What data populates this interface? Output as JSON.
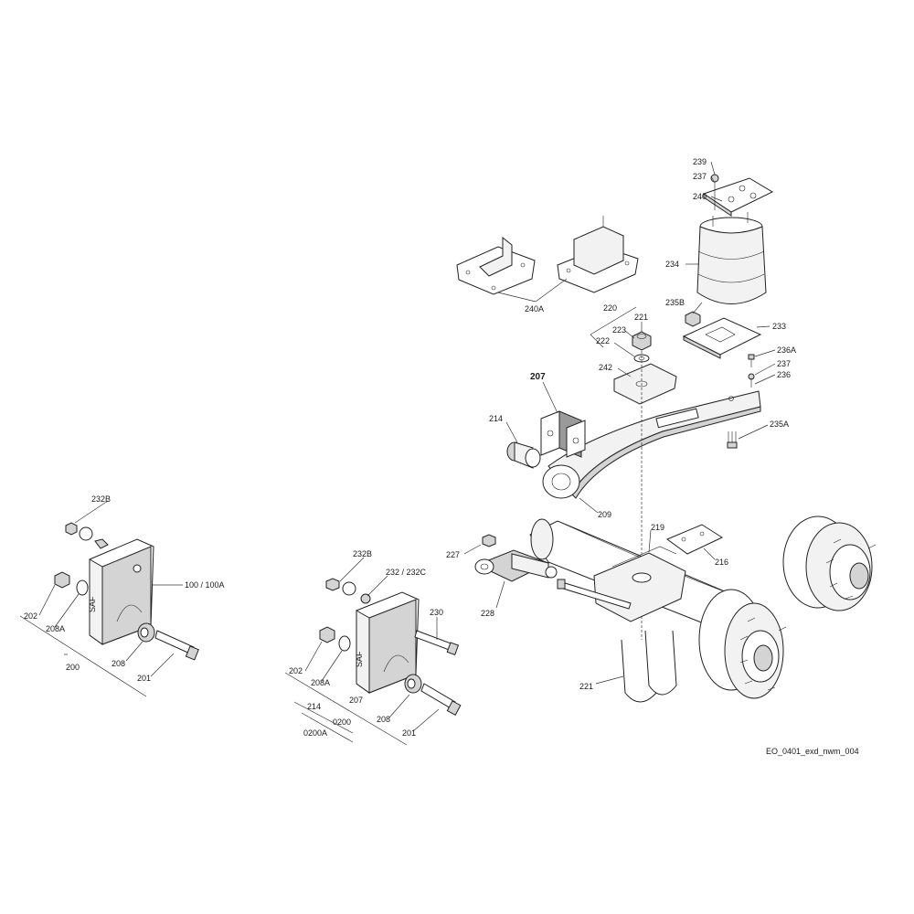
{
  "labels": {
    "p239": "239",
    "p237a": "237",
    "p240": "240",
    "p234": "234",
    "p235b": "235B",
    "p233": "233",
    "p236a": "236A",
    "p237b": "237",
    "p236": "236",
    "p235a": "235A",
    "p240a": "240A",
    "p220": "220",
    "p221a": "221",
    "p223": "223",
    "p222": "222",
    "p242": "242",
    "p207a": "207",
    "p214a": "214",
    "p209": "209",
    "p219": "219",
    "p216": "216",
    "p227": "227",
    "p228": "228",
    "p221b": "221",
    "p232b_l": "232B",
    "p100": "100 / 100A",
    "p202_l": "202",
    "p208a_l": "208A",
    "p208_l": "208",
    "p201_l": "201",
    "p200": "200",
    "p232b_m": "232B",
    "p232": "232 / 232C",
    "p230": "230",
    "p202_m": "202",
    "p208a_m": "208A",
    "p207b": "207",
    "p214b": "214",
    "p0200": "0200",
    "p0200a": "0200A",
    "p208_m": "208",
    "p201_m": "201"
  },
  "drawing_id": "EO_0401_exd_nwm_004"
}
